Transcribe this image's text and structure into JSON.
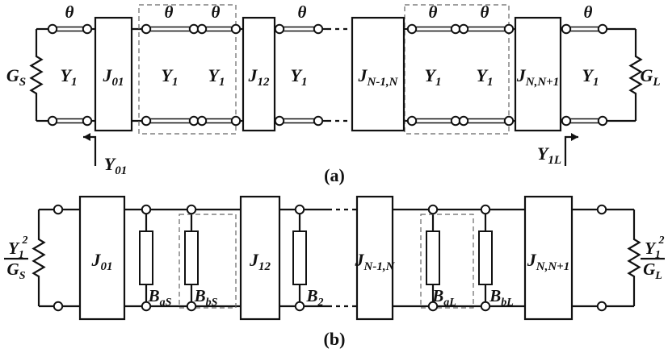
{
  "diagram_a": {
    "caption": "(a)",
    "theta": "θ",
    "source_label": {
      "main": "G",
      "sub": "S"
    },
    "load_label": {
      "main": "G",
      "sub": "L"
    },
    "line_admittance": {
      "main": "Y",
      "sub": "1"
    },
    "inverters": [
      {
        "main": "J",
        "sub": "01"
      },
      {
        "main": "J",
        "sub": "12"
      },
      {
        "main": "J",
        "sub": "N-1,N"
      },
      {
        "main": "J",
        "sub": "N,N+1"
      }
    ],
    "input_admittance": {
      "main": "Y",
      "sub": "01"
    },
    "output_admittance": {
      "main": "Y",
      "sub": "1L"
    }
  },
  "diagram_b": {
    "caption": "(b)",
    "source_label": {
      "num_main": "Y",
      "num_sub": "1",
      "num_sup": "2",
      "den_main": "G",
      "den_sub": "S"
    },
    "load_label": {
      "num_main": "Y",
      "num_sub": "1",
      "num_sup": "2",
      "den_main": "G",
      "den_sub": "L"
    },
    "inverters": [
      {
        "main": "J",
        "sub": "01"
      },
      {
        "main": "J",
        "sub": "12"
      },
      {
        "main": "J",
        "sub": "N-1,N"
      },
      {
        "main": "J",
        "sub": "N,N+1"
      }
    ],
    "susceptances": [
      {
        "main": "B",
        "sub": "aS"
      },
      {
        "main": "B",
        "sub": "bS"
      },
      {
        "main": "B",
        "sub": "2"
      },
      {
        "main": "B",
        "sub": "aL"
      },
      {
        "main": "B",
        "sub": "bL"
      }
    ]
  }
}
